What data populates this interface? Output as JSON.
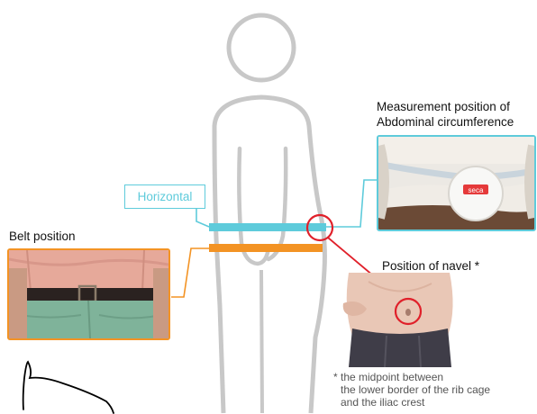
{
  "labels": {
    "horizontal": "Horizontal",
    "belt_position": "Belt position",
    "measurement_line1": "Measurement position of",
    "measurement_line2": "Abdominal circumference",
    "navel_position": "Position of navel *",
    "tape_brand": "seca"
  },
  "footnote": {
    "line1": "* the midpoint between",
    "line2": "the lower border of the rib cage",
    "line3": "and the iliac crest"
  },
  "colors": {
    "figure_outline": "#c8c8c8",
    "measurement_line": "#5ecbdb",
    "belt_line": "#f39324",
    "highlight_circle": "#e0202a",
    "belt_photo_border": "#f39324",
    "measurement_photo_border": "#5ecbdb"
  },
  "icons": {
    "figure": "human-silhouette-outline",
    "callout": "red-circle-highlight"
  }
}
